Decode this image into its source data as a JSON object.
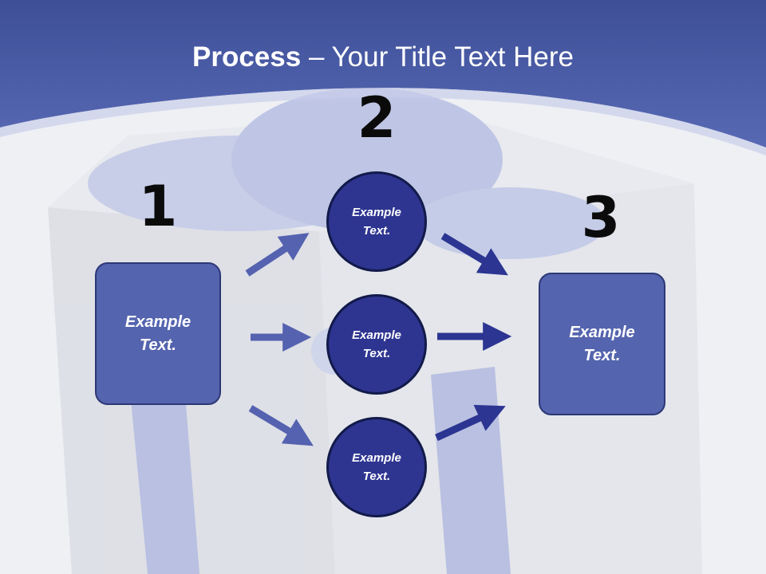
{
  "title": {
    "bold": "Process",
    "rest": " – Your Title Text Here"
  },
  "steps": [
    {
      "number": "1"
    },
    {
      "number": "2"
    },
    {
      "number": "3"
    }
  ],
  "boxes": {
    "left": {
      "line1": "Example",
      "line2": "Text."
    },
    "right": {
      "line1": "Example",
      "line2": "Text."
    }
  },
  "circles": [
    {
      "line1": "Example",
      "line2": "Text."
    },
    {
      "line1": "Example",
      "line2": "Text."
    },
    {
      "line1": "Example",
      "line2": "Text."
    }
  ],
  "colors": {
    "header": "#4a5ba6",
    "box_fill": "#5564ae",
    "circle_fill": "#2e3590",
    "arrow_light": "#5462b0",
    "arrow_dark": "#2c3592"
  }
}
